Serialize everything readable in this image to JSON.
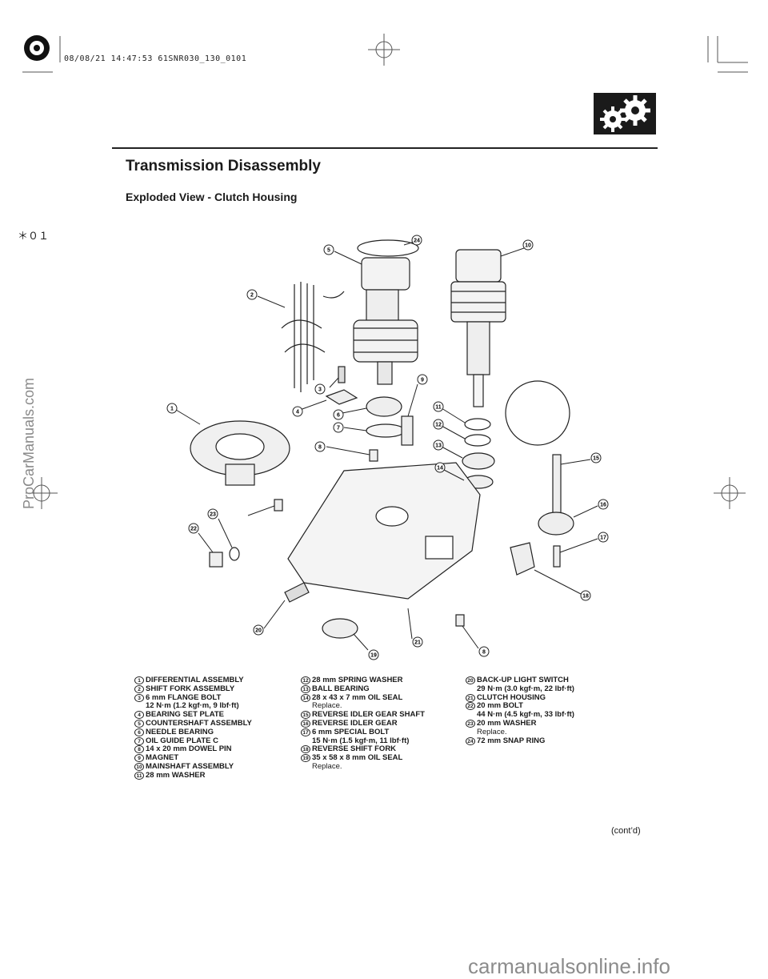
{
  "header": {
    "print_stamp": "08/08/21 14:47:53 61SNR030_130_0101",
    "star_code": "＊０１",
    "side_watermark": "ProCarManuals.com"
  },
  "page": {
    "title": "Transmission Disassembly",
    "subtitle": "Exploded View - Clutch Housing",
    "contd": "(cont’d)"
  },
  "icons": {
    "section": "gears-icon"
  },
  "diagram": {
    "callouts": [
      "1",
      "2",
      "3",
      "4",
      "5",
      "6",
      "7",
      "8",
      "9",
      "10",
      "11",
      "12",
      "13",
      "14",
      "15",
      "16",
      "17",
      "18",
      "19",
      "20",
      "21",
      "22",
      "23",
      "24",
      "8"
    ]
  },
  "legend": {
    "col1": [
      {
        "num": "1",
        "label": "DIFFERENTIAL ASSEMBLY"
      },
      {
        "num": "2",
        "label": "SHIFT FORK ASSEMBLY"
      },
      {
        "num": "3",
        "label": "6 mm FLANGE BOLT",
        "note": "12 N·m (1.2 kgf·m, 9 lbf·ft)"
      },
      {
        "num": "4",
        "label": "BEARING SET PLATE"
      },
      {
        "num": "5",
        "label": "COUNTERSHAFT ASSEMBLY"
      },
      {
        "num": "6",
        "label": "NEEDLE BEARING"
      },
      {
        "num": "7",
        "label": "OIL GUIDE PLATE C"
      },
      {
        "num": "8",
        "label": "14 x 20 mm DOWEL PIN"
      },
      {
        "num": "9",
        "label": "MAGNET"
      },
      {
        "num": "10",
        "label": "MAINSHAFT ASSEMBLY"
      },
      {
        "num": "11",
        "label": "28 mm WASHER"
      }
    ],
    "col2": [
      {
        "num": "12",
        "label": "28 mm SPRING WASHER"
      },
      {
        "num": "13",
        "label": "BALL BEARING"
      },
      {
        "num": "14",
        "label": "28 x 43 x 7 mm OIL SEAL",
        "remark": "Replace."
      },
      {
        "num": "15",
        "label": "REVERSE IDLER GEAR SHAFT"
      },
      {
        "num": "16",
        "label": "REVERSE IDLER GEAR"
      },
      {
        "num": "17",
        "label": "6 mm SPECIAL BOLT",
        "note": "15 N·m (1.5 kgf·m, 11 lbf·ft)"
      },
      {
        "num": "18",
        "label": "REVERSE SHIFT FORK"
      },
      {
        "num": "19",
        "label": "35 x 58 x 8 mm OIL SEAL",
        "remark": "Replace."
      }
    ],
    "col3": [
      {
        "num": "20",
        "label": "BACK-UP LIGHT SWITCH",
        "note": "29 N·m (3.0 kgf·m, 22 lbf·ft)"
      },
      {
        "num": "21",
        "label": "CLUTCH HOUSING"
      },
      {
        "num": "22",
        "label": "20 mm BOLT",
        "note": "44 N·m (4.5 kgf·m, 33 lbf·ft)"
      },
      {
        "num": "23",
        "label": "20 mm WASHER",
        "remark": "Replace."
      },
      {
        "num": "24",
        "label": "72 mm SNAP RING"
      }
    ]
  },
  "footer": {
    "watermark": "carmanualsonline.info"
  }
}
